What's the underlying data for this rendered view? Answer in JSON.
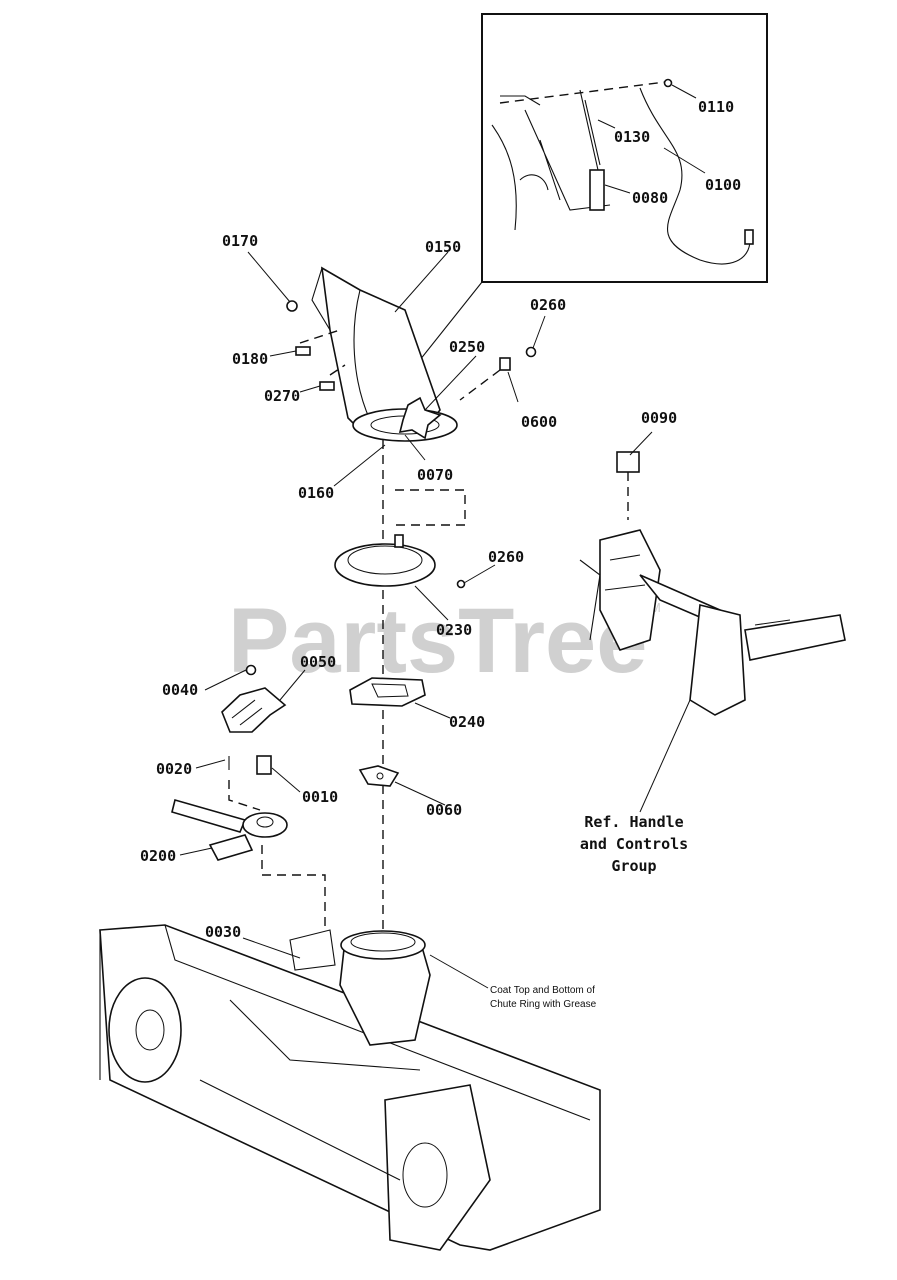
{
  "watermark": {
    "text": "PartsTree",
    "trademark": "TM"
  },
  "labels": {
    "l0110": "0110",
    "l0130": "0130",
    "l0100": "0100",
    "l0080": "0080",
    "l0170": "0170",
    "l0150": "0150",
    "l0260a": "0260",
    "l0180": "0180",
    "l0250": "0250",
    "l0270": "0270",
    "l0600": "0600",
    "l0090": "0090",
    "l0160": "0160",
    "l0070": "0070",
    "l0260b": "0260",
    "l0230": "0230",
    "l0040": "0040",
    "l0050": "0050",
    "l0240": "0240",
    "l0020": "0020",
    "l0010": "0010",
    "l0060": "0060",
    "l0200": "0200",
    "l0030": "0030"
  },
  "reference": {
    "line1": "Ref. Handle",
    "line2": "and Controls",
    "line3": "Group"
  },
  "note": {
    "line1": "Coat Top and Bottom of",
    "line2": "Chute Ring with Grease"
  }
}
